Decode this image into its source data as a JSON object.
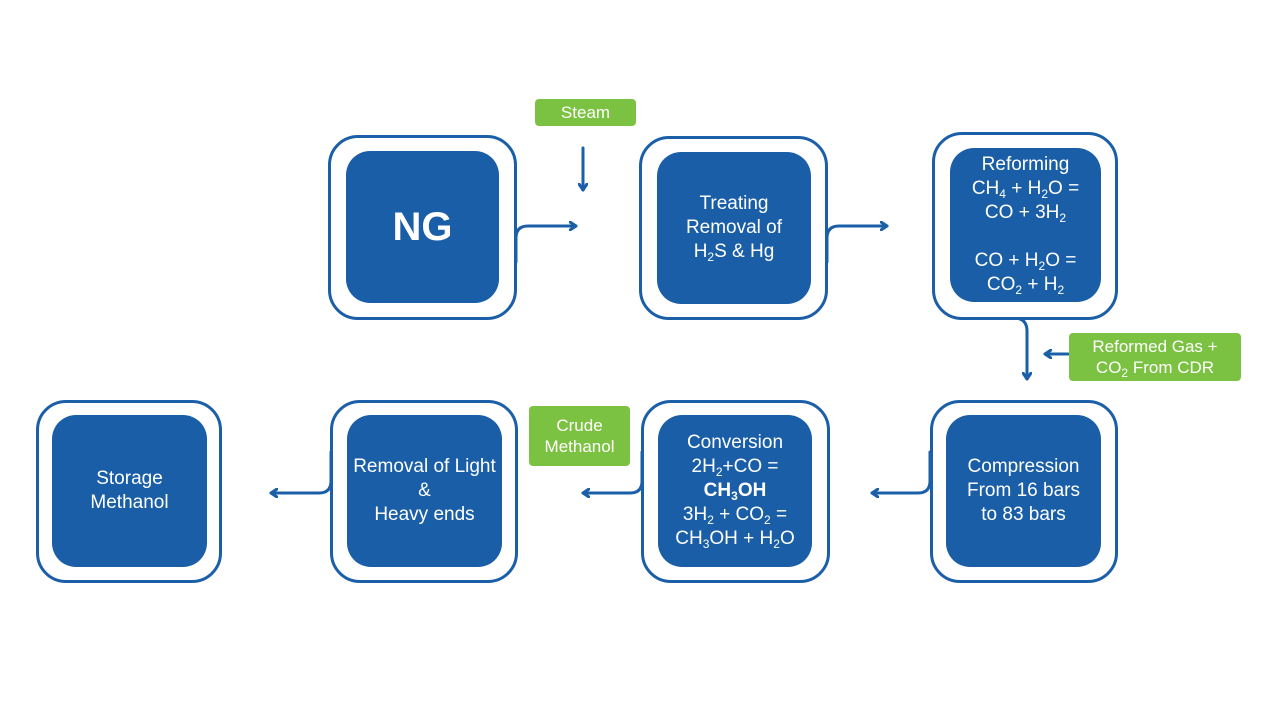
{
  "colors": {
    "box": "#1a5ea8",
    "border": "#1a5fa8",
    "tag": "#7cc242",
    "background": "#ffffff"
  },
  "nodes": {
    "ng": {
      "label": "NG"
    },
    "treating": {
      "line1": "Treating",
      "line2": "Removal of",
      "h": "H",
      "h_sub": "2",
      "h_rest": "S & Hg"
    },
    "reforming": {
      "title": "Reforming",
      "eq1_a": "CH",
      "eq1_a_sub": "4",
      "eq1_b": " + H",
      "eq1_b_sub": "2",
      "eq1_c": "O =",
      "eq1_d": "CO + 3H",
      "eq1_d_sub": "2",
      "eq2_a": "CO + H",
      "eq2_a_sub": "2",
      "eq2_b": "O =",
      "eq2_c": "CO",
      "eq2_c_sub": "2",
      "eq2_d": " + H",
      "eq2_d_sub": "2"
    },
    "compression": {
      "line1": "Compression",
      "line2": "From 16 bars",
      "line3": "to 83 bars"
    },
    "conversion": {
      "title": "Conversion",
      "eq1_a": "2H",
      "eq1_a_sub": "2",
      "eq1_b": "+CO =",
      "product": "CH",
      "product_sub": "3",
      "product_rest": "OH",
      "eq2_a": "3H",
      "eq2_a_sub": "2",
      "eq2_b": " + CO",
      "eq2_b_sub": "2",
      "eq2_c": " =",
      "eq3_a": "CH",
      "eq3_a_sub": "3",
      "eq3_b": "OH + H",
      "eq3_b_sub": "2",
      "eq3_c": "O"
    },
    "removal": {
      "line1": "Removal of Light",
      "line2": "&",
      "line3": "Heavy ends"
    },
    "storage": {
      "line1": "Storage",
      "line2": "Methanol"
    }
  },
  "tags": {
    "steam": {
      "label": "Steam"
    },
    "reformed_gas": {
      "line1": "Reformed Gas +",
      "line2_a": "CO",
      "line2_sub": "2",
      "line2_b": " From CDR"
    },
    "crude_methanol": {
      "line1": "Crude",
      "line2": "Methanol"
    }
  }
}
